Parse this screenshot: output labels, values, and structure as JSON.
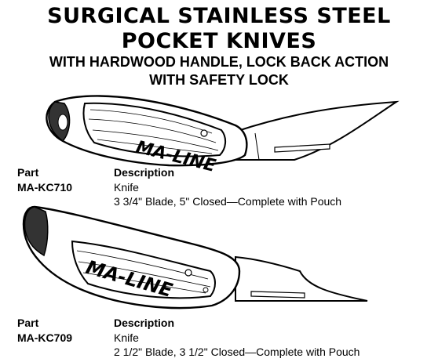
{
  "title_line_1": "SURGICAL STAINLESS STEEL",
  "title_line_2": "POCKET KNIVES",
  "subtitle_line_1": "WITH HARDWOOD HANDLE, LOCK BACK ACTION",
  "subtitle_line_2": "WITH SAFETY LOCK",
  "brand_logo_text": "MA-LINE",
  "products": [
    {
      "part_header": "Part",
      "description_header": "Description",
      "part_number": "MA-KC710",
      "description_name": "Knife",
      "description_detail": "3 3/4\" Blade, 5\" Closed—Complete with Pouch"
    },
    {
      "part_header": "Part",
      "description_header": "Description",
      "part_number": "MA-KC709",
      "description_name": "Knife",
      "description_detail": "2 1/2\" Blade, 3 1/2\" Closed—Complete with Pouch"
    }
  ]
}
